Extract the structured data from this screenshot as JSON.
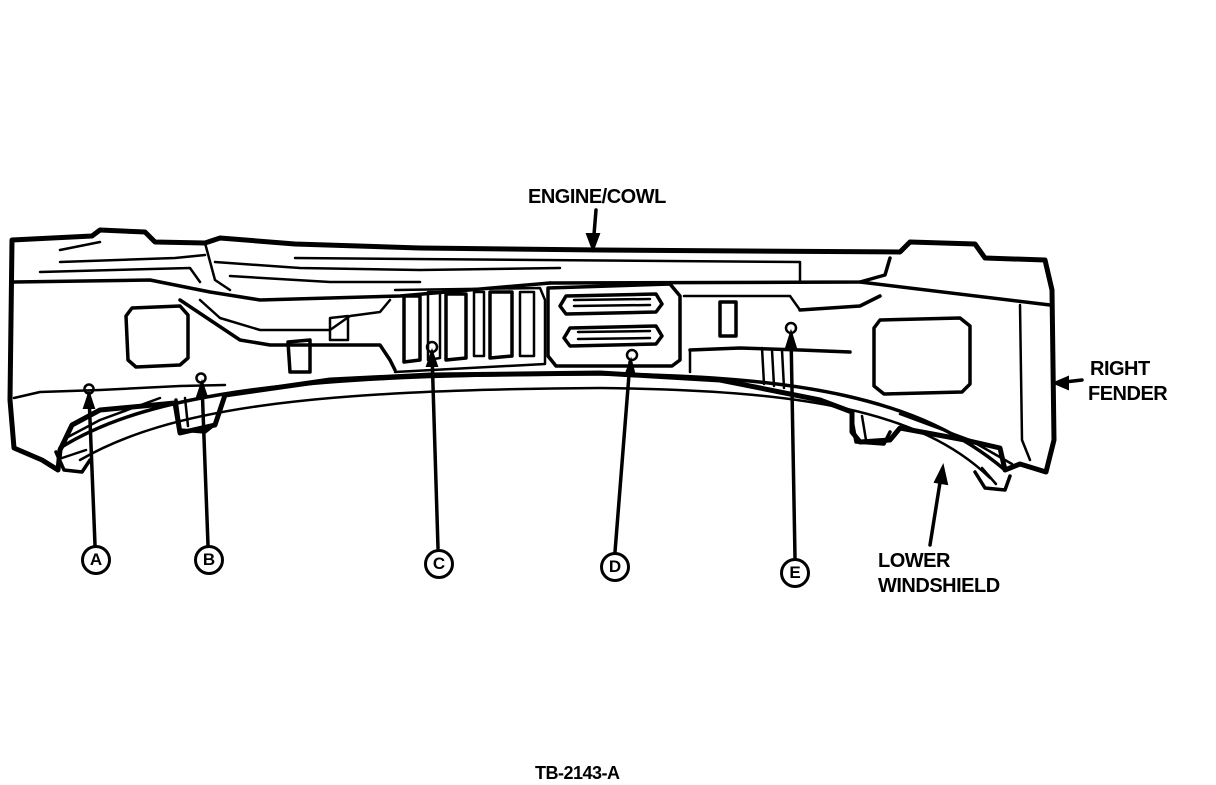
{
  "labels": {
    "engine_cowl": "ENGINE/COWL",
    "right_fender_1": "RIGHT",
    "right_fender_2": "FENDER",
    "lower_windshield_1": "LOWER",
    "lower_windshield_2": "WINDSHIELD",
    "figure_id": "TB-2143-A"
  },
  "callouts": [
    "A",
    "B",
    "C",
    "D",
    "E"
  ]
}
